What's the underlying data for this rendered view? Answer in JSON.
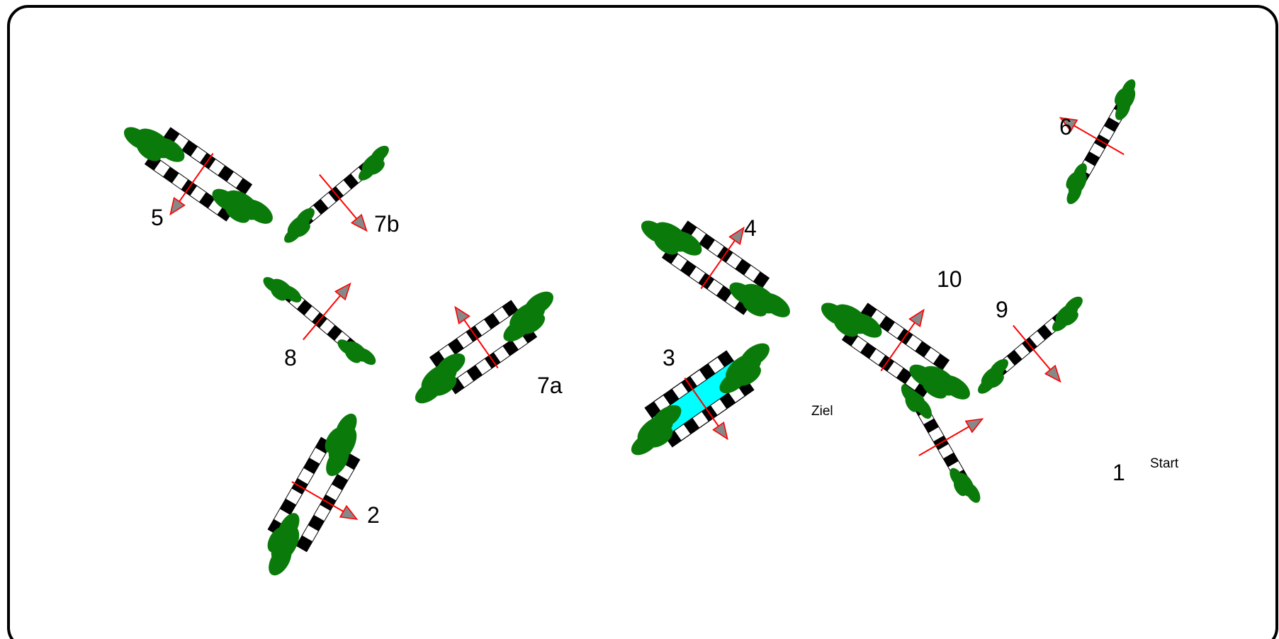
{
  "title": "",
  "markers": {
    "start": "Start",
    "finish": "Ziel"
  },
  "obstacles": [
    {
      "label": "1",
      "kind": "vertical"
    },
    {
      "label": "2",
      "kind": "oxer"
    },
    {
      "label": "3",
      "kind": "water-oxer"
    },
    {
      "label": "4",
      "kind": "oxer"
    },
    {
      "label": "5",
      "kind": "oxer"
    },
    {
      "label": "6",
      "kind": "vertical"
    },
    {
      "label": "7a",
      "kind": "oxer"
    },
    {
      "label": "7b",
      "kind": "vertical"
    },
    {
      "label": "8",
      "kind": "vertical"
    },
    {
      "label": "9",
      "kind": "vertical"
    },
    {
      "label": "10",
      "kind": "oxer"
    }
  ],
  "colors": {
    "pole_dark": "#000000",
    "pole_light": "#ffffff",
    "bushes": "#0a7a0a",
    "water": "#00ffff",
    "direction_line": "#ff0000",
    "direction_head": "#888888"
  },
  "icons": [
    "jump-pole",
    "hedge-bush",
    "direction-arrow",
    "water-tray"
  ]
}
